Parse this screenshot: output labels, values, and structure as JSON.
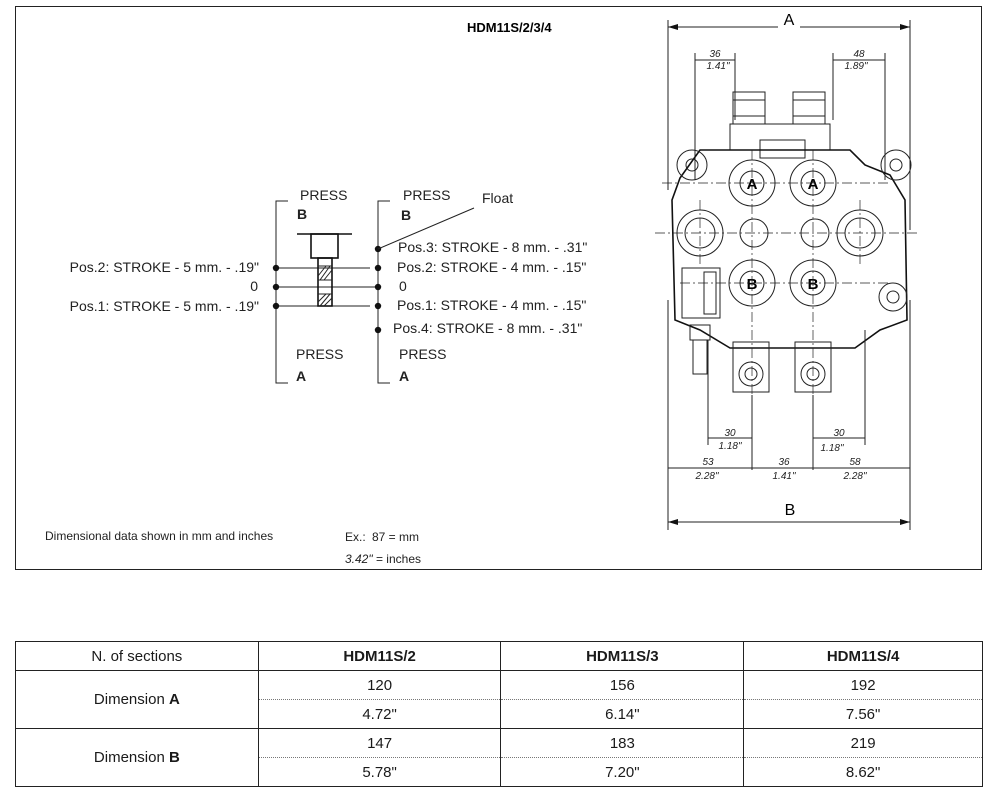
{
  "diagram": {
    "title": "HDM11S/2/3/4",
    "left_schematic": {
      "press_b_label": "PRESS",
      "b_letter": "B",
      "press_a_label": "PRESS",
      "a_letter": "A",
      "pos2": "Pos.2: STROKE - 5 mm. - .19\"",
      "zero": "0",
      "pos1": "Pos.1: STROKE - 5 mm. - .19\""
    },
    "right_schematic": {
      "press_b_label": "PRESS",
      "b_letter": "B",
      "float_label": "Float",
      "pos3": "Pos.3: STROKE - 8 mm. - .31\"",
      "pos2": "Pos.2: STROKE - 4 mm. - .15\"",
      "zero": "0",
      "pos1": "Pos.1: STROKE - 4 mm. - .15\"",
      "pos4": "Pos.4: STROKE - 8 mm. - .31\"",
      "press_a_label": "PRESS",
      "a_letter": "A"
    },
    "valve": {
      "dim_top_label": "A",
      "dim_bottom_label": "B",
      "dim_36_mm": "36",
      "dim_36_in": "1.41\"",
      "dim_48_mm": "48",
      "dim_48_in": "1.89\"",
      "dim_30_left_mm": "30",
      "dim_30_left_in": "1.18\"",
      "dim_30_right_mm": "30",
      "dim_30_right_in": "1.18\"",
      "dim_53_mm": "53",
      "dim_53_in": "2.28\"",
      "dim_36b_mm": "36",
      "dim_36b_in": "1.41\"",
      "dim_58_mm": "58",
      "dim_58_in": "2.28\"",
      "port_a_1": "A",
      "port_a_2": "A",
      "port_b_1": "B",
      "port_b_2": "B"
    },
    "note": {
      "text": "Dimensional data shown in mm and inches",
      "example_prefix": "Ex.:",
      "example_mm": "87 = mm",
      "example_in_value": "3.42\"",
      "example_in_suffix": " = inches"
    }
  },
  "table": {
    "header": {
      "col0": "N. of sections",
      "col1": "HDM11S/2",
      "col2": "HDM11S/3",
      "col3": "HDM11S/4"
    },
    "rows": [
      {
        "label_prefix": "Dimension ",
        "label_bold": "A",
        "mm": [
          "120",
          "156",
          "192"
        ],
        "in": [
          "4.72\"",
          "6.14\"",
          "7.56\""
        ]
      },
      {
        "label_prefix": "Dimension ",
        "label_bold": "B",
        "mm": [
          "147",
          "183",
          "219"
        ],
        "in": [
          "5.78\"",
          "7.20\"",
          "8.62\""
        ]
      }
    ]
  }
}
